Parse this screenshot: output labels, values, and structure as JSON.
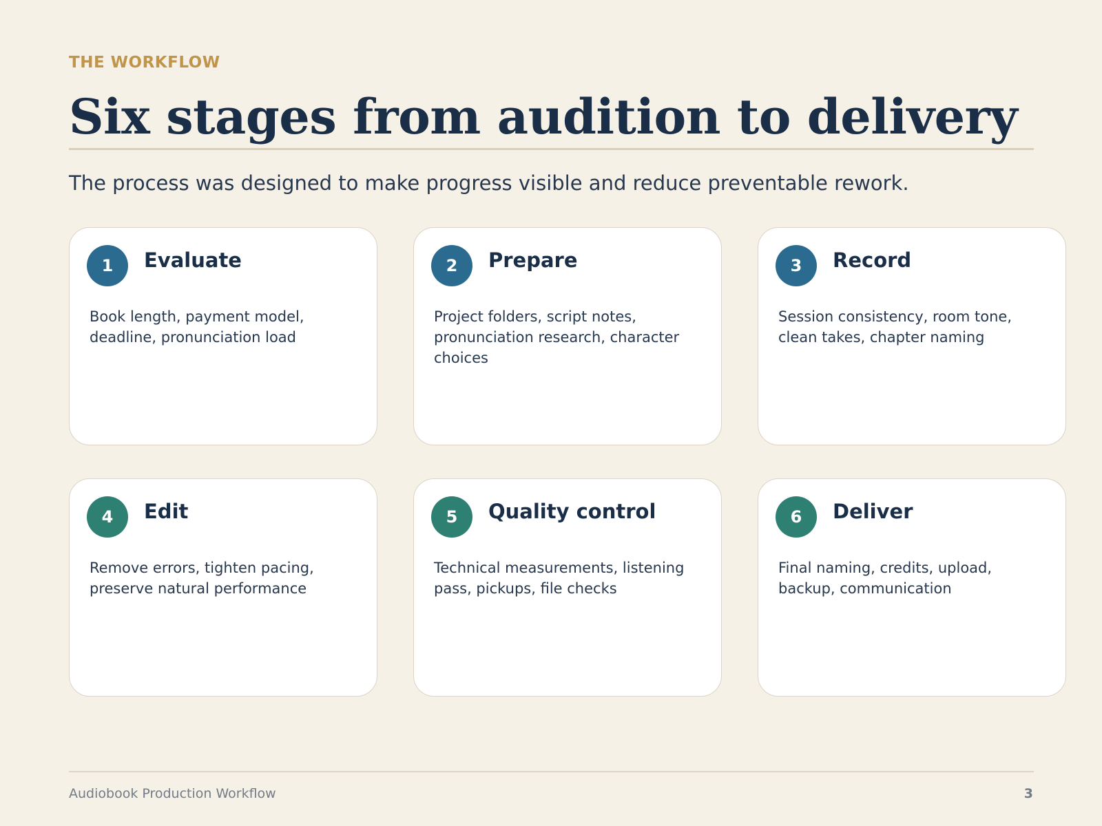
{
  "header": {
    "eyebrow": "THE WORKFLOW",
    "title": "Six stages from audition to delivery",
    "subtitle": "The process was designed to make progress visible and reduce preventable rework."
  },
  "stages": [
    {
      "number": "1",
      "title": "Evaluate",
      "description": "Book length, payment model, deadline, pronunciation load",
      "badge_color": "#2b6b8f"
    },
    {
      "number": "2",
      "title": "Prepare",
      "description": "Project folders, script notes, pronunciation research, character choices",
      "badge_color": "#2b6b8f"
    },
    {
      "number": "3",
      "title": "Record",
      "description": "Session consistency, room tone, clean takes, chapter naming",
      "badge_color": "#2b6b8f"
    },
    {
      "number": "4",
      "title": "Edit",
      "description": "Remove errors, tighten pacing, preserve natural performance",
      "badge_color": "#2e8073"
    },
    {
      "number": "5",
      "title": "Quality control",
      "description": "Technical measurements, listening pass, pickups, file checks",
      "badge_color": "#2e8073"
    },
    {
      "number": "6",
      "title": "Deliver",
      "description": "Final naming, credits, upload, backup, communication",
      "badge_color": "#2e8073"
    }
  ],
  "footer": {
    "deck_title": "Audiobook Production Workflow",
    "page_number": "3"
  },
  "colors": {
    "background": "#f6f1e7",
    "accent_gold": "#c0954a",
    "navy": "#1a2e47"
  }
}
